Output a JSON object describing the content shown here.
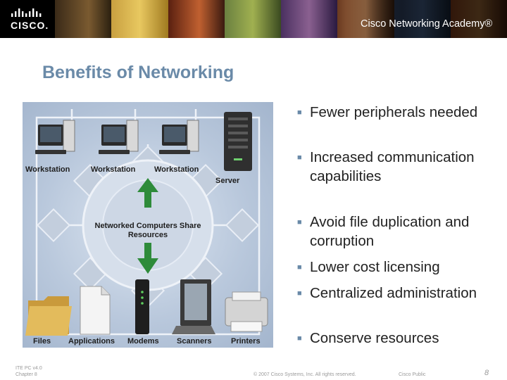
{
  "header": {
    "brand": "CISCO.",
    "academy": "Cisco Networking Academy®"
  },
  "slide": {
    "title": "Benefits of Networking",
    "bullets": [
      "Fewer peripherals needed",
      "Increased communication capabilities",
      "Avoid file duplication and corruption",
      "Lower cost licensing",
      "Centralized administration",
      "Conserve resources"
    ]
  },
  "diagram": {
    "workstation_labels": [
      "Workstation",
      "Workstation",
      "Workstation"
    ],
    "server_label": "Server",
    "center_label": "Networked Computers Share Resources",
    "bottom_labels": [
      "Files",
      "Applications",
      "Modems",
      "Scanners",
      "Printers"
    ]
  },
  "footer": {
    "course": "ITE PC v4.0",
    "chapter": "Chapter 8",
    "copyright": "© 2007 Cisco Systems, Inc. All rights reserved.",
    "classification": "Cisco Public",
    "page_number": "8"
  },
  "colors": {
    "title": "#6a8aa8",
    "bullet_marker": "#6a8aa8",
    "arrow_green": "#2e8b3a"
  },
  "icons": {
    "logo": "cisco-bridge-logo",
    "bullet": "square-bullet-icon"
  }
}
